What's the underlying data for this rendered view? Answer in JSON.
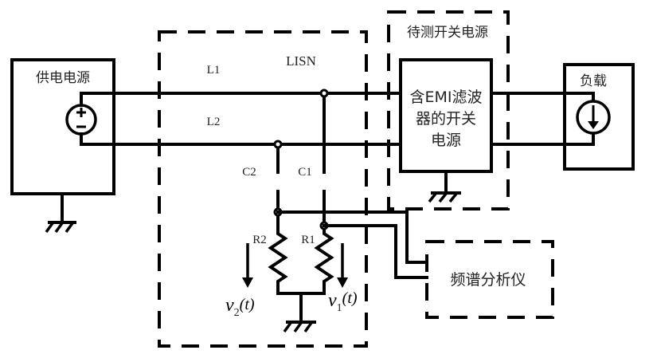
{
  "diagram": {
    "power_supply": {
      "label": "供电电源",
      "source_type": "dc-voltage-source"
    },
    "lisn": {
      "label": "LISN",
      "lines": {
        "l1": "L1",
        "l2": "L2"
      },
      "capacitors": {
        "c1": "C1",
        "c2": "C2"
      },
      "resistors": {
        "r1": "R1",
        "r2": "R2"
      },
      "voltages": {
        "v1": {
          "symbol": "v",
          "sub": "1",
          "arg": "(t)"
        },
        "v2": {
          "symbol": "v",
          "sub": "2",
          "arg": "(t)"
        }
      }
    },
    "dut": {
      "outer_label": "待测开关电源",
      "inner_label_lines": [
        "含EMI滤波",
        "器的开关",
        "电源"
      ]
    },
    "load": {
      "label": "负载",
      "source_type": "current-source"
    },
    "analyzer": {
      "label": "频谱分析仪"
    }
  }
}
